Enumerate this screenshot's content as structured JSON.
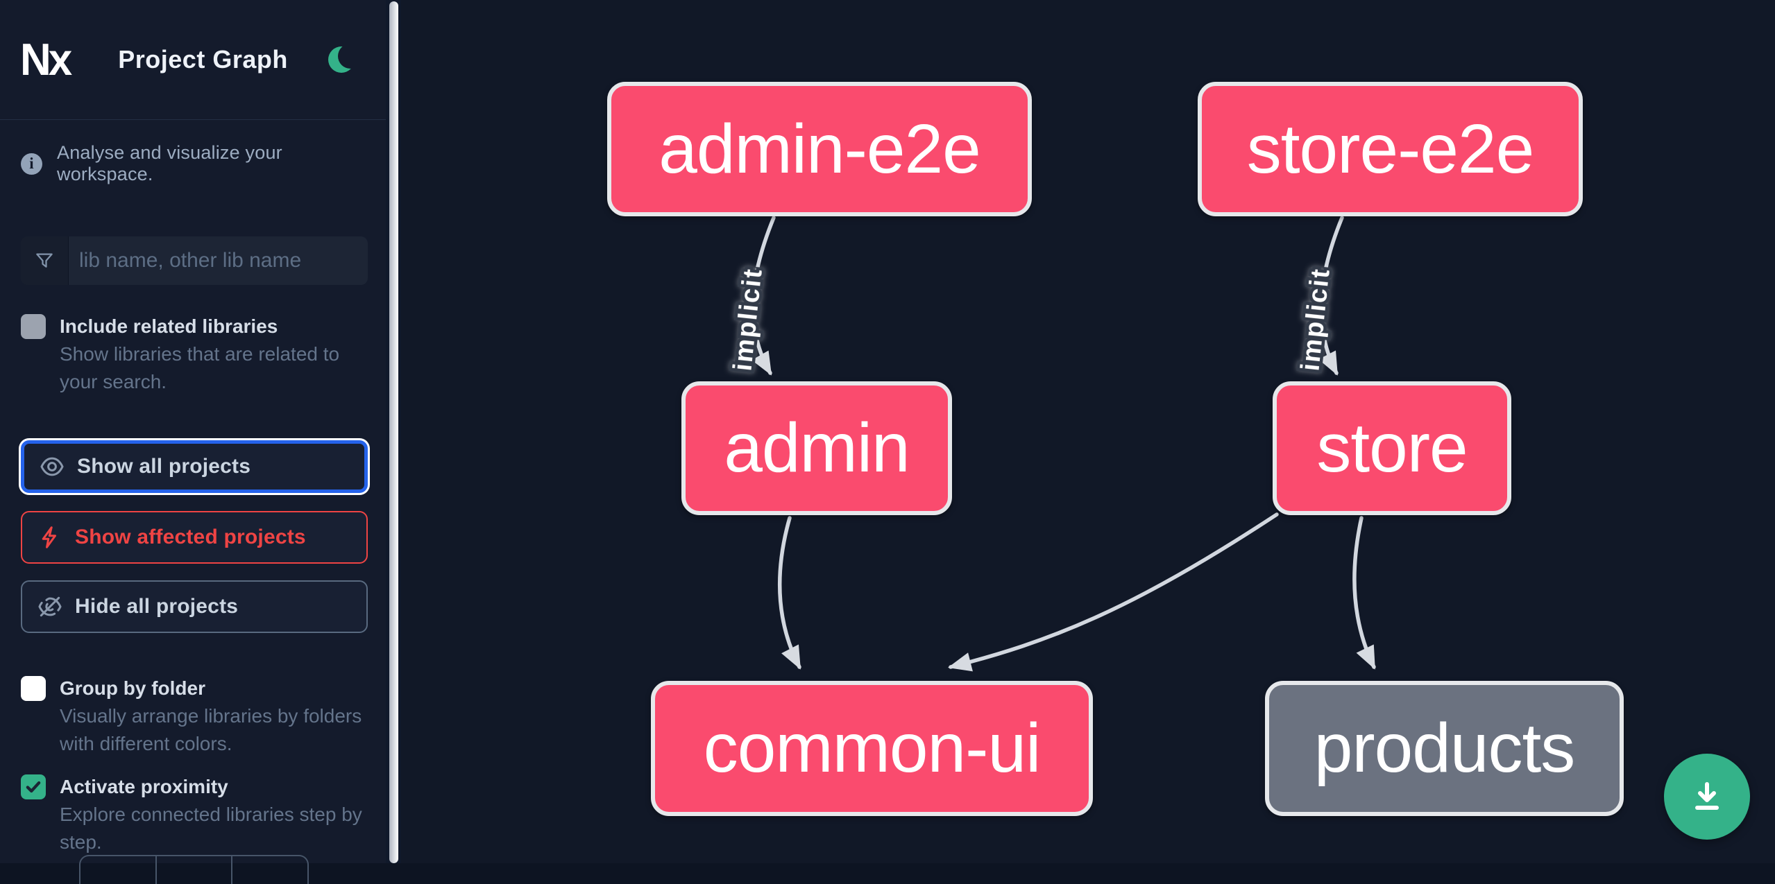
{
  "app": {
    "title": "Project Graph"
  },
  "theme": {
    "accent_green": "#34b289",
    "node_pink": "#fa4b6e",
    "node_gray": "#6b7280",
    "focus_blue": "#2563eb",
    "alert_red": "#ef4444",
    "sidebar_bg": "#141b2c",
    "canvas_bg": "#111827"
  },
  "sidebar": {
    "tagline": "Analyse and visualize your workspace.",
    "search": {
      "placeholder": "lib name, other lib name"
    },
    "toggles": [
      {
        "label": "Include related libraries",
        "description": "Show libraries that are related to your search.",
        "checked": false
      },
      {
        "label": "Group by folder",
        "description": "Visually arrange libraries by folders with different colors.",
        "checked": false
      },
      {
        "label": "Activate proximity",
        "description": "Explore connected libraries step by step.",
        "checked": true
      }
    ],
    "buttons": [
      {
        "label": "Show all projects",
        "state": "focused"
      },
      {
        "label": "Show affected projects",
        "state": "affected"
      },
      {
        "label": "Hide all projects",
        "state": "default"
      }
    ]
  },
  "graph": {
    "nodes": [
      {
        "id": "admin-e2e",
        "label": "admin-e2e",
        "color": "pink"
      },
      {
        "id": "store-e2e",
        "label": "store-e2e",
        "color": "pink"
      },
      {
        "id": "admin",
        "label": "admin",
        "color": "pink"
      },
      {
        "id": "store",
        "label": "store",
        "color": "pink"
      },
      {
        "id": "common-ui",
        "label": "common-ui",
        "color": "pink"
      },
      {
        "id": "products",
        "label": "products",
        "color": "gray"
      }
    ],
    "edges": [
      {
        "source": "admin-e2e",
        "target": "admin",
        "label": "implicit"
      },
      {
        "source": "store-e2e",
        "target": "store",
        "label": "implicit"
      },
      {
        "source": "admin",
        "target": "common-ui",
        "label": ""
      },
      {
        "source": "store",
        "target": "common-ui",
        "label": ""
      },
      {
        "source": "store",
        "target": "products",
        "label": ""
      }
    ]
  }
}
